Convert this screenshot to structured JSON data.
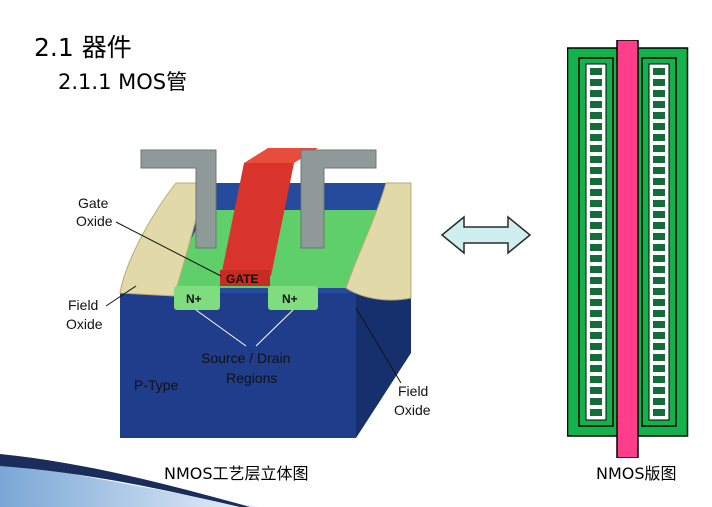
{
  "title": "2.1 器件",
  "subtitle": "2.1.1  MOS管",
  "cross_section": {
    "gate_label": "GATE",
    "n_plus_left": "N+",
    "n_plus_right": "N+",
    "gate_oxide_line1": "Gate",
    "gate_oxide_line2": "Oxide",
    "field_oxide_left_line1": "Field",
    "field_oxide_left_line2": "Oxide",
    "source_drain_line1": "Source / Drain",
    "source_drain_line2": "Regions",
    "substrate_label": "P-Type",
    "field_oxide_right_line1": "Field",
    "field_oxide_right_line2": "Oxide",
    "caption": "NMOS工艺层立体图"
  },
  "layout_view": {
    "caption": "NMOS版图",
    "contacts_per_column": 32
  },
  "colors": {
    "substrate": "#1f3d8a",
    "active_green": "#5fcf6a",
    "gate_red": "#d9342b",
    "metal_gray": "#8f9a98",
    "field_oxide": "#e2d9a8",
    "layout_green": "#13b24c",
    "layout_gate": "#ff3d8b",
    "contact_fill": "#156b3a",
    "arrow_fill": "#cfeef0"
  }
}
